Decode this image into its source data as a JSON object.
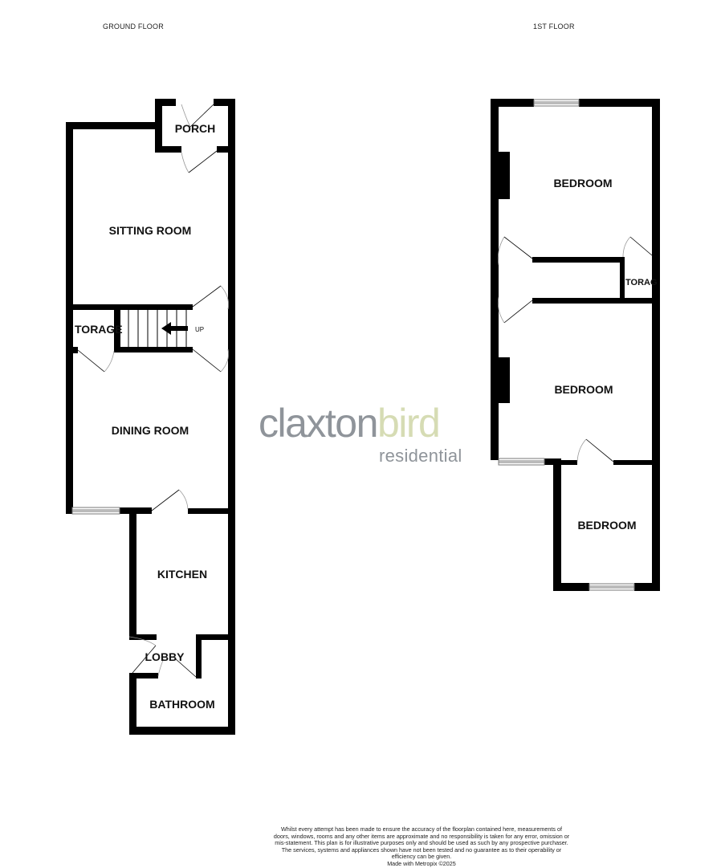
{
  "floors": [
    {
      "title": "GROUND FLOOR",
      "rooms": [
        {
          "name": "PORCH"
        },
        {
          "name": "SITTING ROOM"
        },
        {
          "name": "TORAGE"
        },
        {
          "name": "DINING ROOM"
        },
        {
          "name": "KITCHEN"
        },
        {
          "name": "LOBBY"
        },
        {
          "name": "BATHROOM"
        }
      ],
      "stairs_label": "UP"
    },
    {
      "title": "1ST FLOOR",
      "rooms": [
        {
          "name": "BEDROOM"
        },
        {
          "name": "TORAG"
        },
        {
          "name": "BEDROOM"
        },
        {
          "name": "BEDROOM"
        }
      ]
    }
  ],
  "logo": {
    "part1": "claxton",
    "part2": "bird",
    "subtitle": "residential",
    "colors": {
      "grey": "#8f949a",
      "green": "#d6dcb4"
    }
  },
  "disclaimer": {
    "text": "Whilst every attempt has been made to ensure the accuracy of the floorplan contained here, measurements of doors, windows, rooms and any other items are approximate and no responsibility is taken for any error, omission or mis-statement. This plan is for illustrative purposes only and should be used as such by any prospective purchaser. The services, systems and appliances shown have not been tested and no guarantee as to their operability or efficiency can be given.",
    "credit": "Made with Metropix ©2025"
  }
}
